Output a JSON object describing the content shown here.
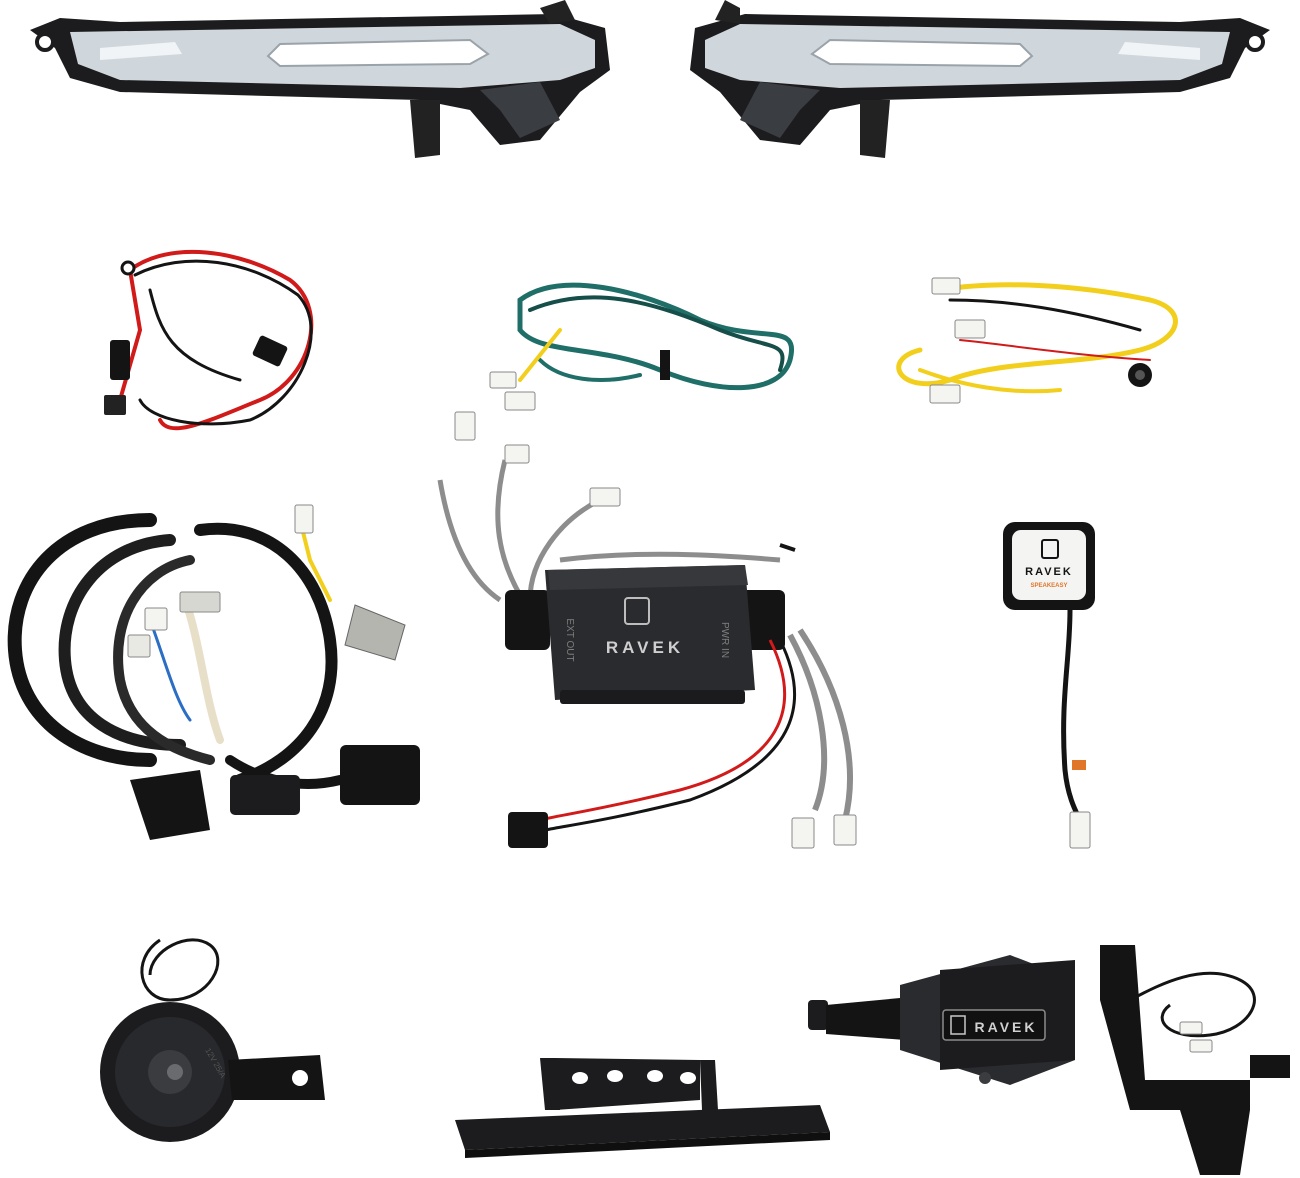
{
  "scene": {
    "brand_marks": [
      "RAVEK",
      "RAVEK",
      "RAVEK"
    ],
    "module_labels": [
      "EXT OUT",
      "PWR IN"
    ],
    "switch_sub_label": "SPEAKEASY",
    "horn_text": "12V 25/A",
    "colors": {
      "background": "#ffffff",
      "housing": "#1c1c1e",
      "lens": "#cfd6dc",
      "led": "#ffffff",
      "wire_red": "#d11a1a",
      "wire_black": "#141414",
      "wire_yellow": "#f2cf1c",
      "wire_teal": "#1f6f68",
      "wire_gray": "#8d8d8d",
      "connector_white": "#f4f4f0",
      "connector_black": "#222222",
      "accent_orange": "#e0762a"
    }
  }
}
